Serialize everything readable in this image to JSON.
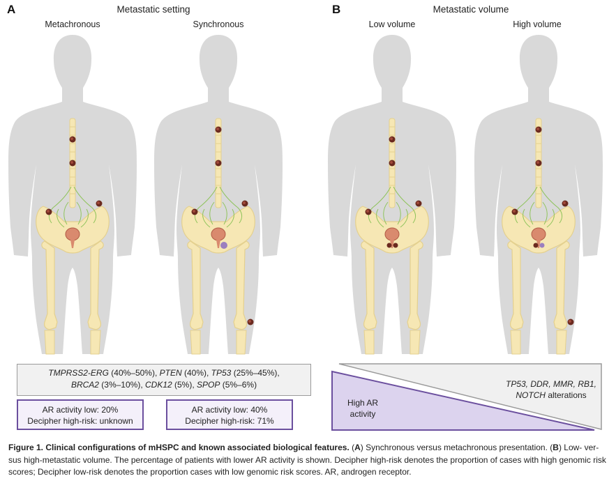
{
  "panel_a": {
    "letter": "A",
    "title": "Metastatic setting",
    "col1": "Metachronous",
    "col2": "Synchronous"
  },
  "panel_b": {
    "letter": "B",
    "title": "Metastatic volume",
    "col1": "Low volume",
    "col2": "High volume"
  },
  "gene_box": {
    "g1": "TMPRSS2-ERG",
    "g1v": " (40%–50%), ",
    "g2": "PTEN",
    "g2v": " (40%), ",
    "g3": "TP53",
    "g3v": " (25%–45%),",
    "g4": "BRCA2",
    "g4v": " (3%–10%), ",
    "g5": "CDK12",
    "g5v": " (5%), ",
    "g6": "SPOP",
    "g6v": " (5%–6%)"
  },
  "ar_box_1": {
    "line1": "AR activity low: 20%",
    "line2": "Decipher high-risk: unknown"
  },
  "ar_box_2": {
    "line1": "AR activity low: 40%",
    "line2": "Decipher high-risk: 71%"
  },
  "panel_b_text": {
    "high_ar_1": "High AR",
    "high_ar_2": "activity",
    "alt_line1": "TP53, DDR, MMR, RB1,",
    "alt_line2_italic": "NOTCH",
    "alt_line2_rest": " alterations"
  },
  "caption": {
    "bold": "Figure 1. Clinical configurations of mHSPC and known associated biological features.",
    "p1": " (",
    "a": "A",
    "p2": ") Synchronous versus metachronous presentation. (",
    "b": "B",
    "p3": ") Low- ver-sus high-metastatic volume. The percentage of patients with lower AR activity is shown. Decipher high-risk denotes the proportion of cases with high genomic risk scores; Decipher low-risk denotes the proportion cases with low genomic risk scores. AR, androgen receptor."
  },
  "colors": {
    "silhouette": "#d9d9d9",
    "bone": "#f6e7b4",
    "bone_outline": "#e4d08e",
    "lymph": "#8ec35a",
    "metastasis": "#6b2a1f",
    "prostate": "#d98a6e",
    "purple": "#6b4f9e",
    "purple_fill": "#dcd3ee"
  }
}
